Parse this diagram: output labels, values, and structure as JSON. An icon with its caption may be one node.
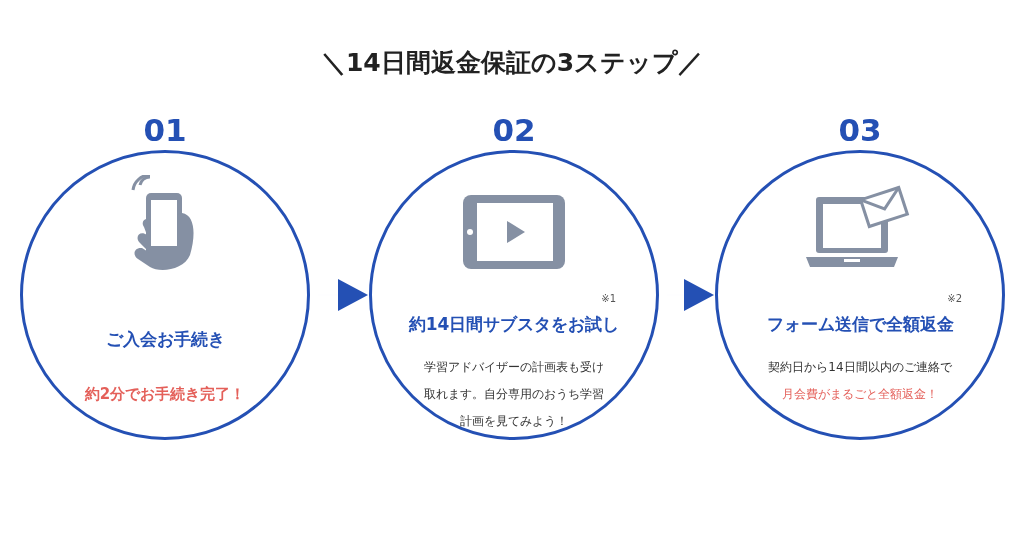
{
  "diagram": {
    "title": "＼14日間返金保証の3ステップ／",
    "nodes": [
      {
        "text": [
          "01",
          "ご入会お手続き",
          "約2分でお手続き完了！"
        ]
      },
      {
        "text": [
          "02",
          "※1",
          "約14日間サブスタをお試し",
          "学習アドバイザーの計画表も受け取れます。自分専用のおうち学習計画を見てみよう！"
        ]
      },
      {
        "text": [
          "03",
          "※2",
          "フォーム送信で全額返金",
          "契約日から14日間以内のご連絡で",
          "月会費がまるごと全額返金！"
        ]
      }
    ],
    "edges": [
      {
        "from": 0,
        "to": 1,
        "arrow": "to"
      },
      {
        "from": 1,
        "to": 2,
        "arrow": "to"
      }
    ]
  }
}
